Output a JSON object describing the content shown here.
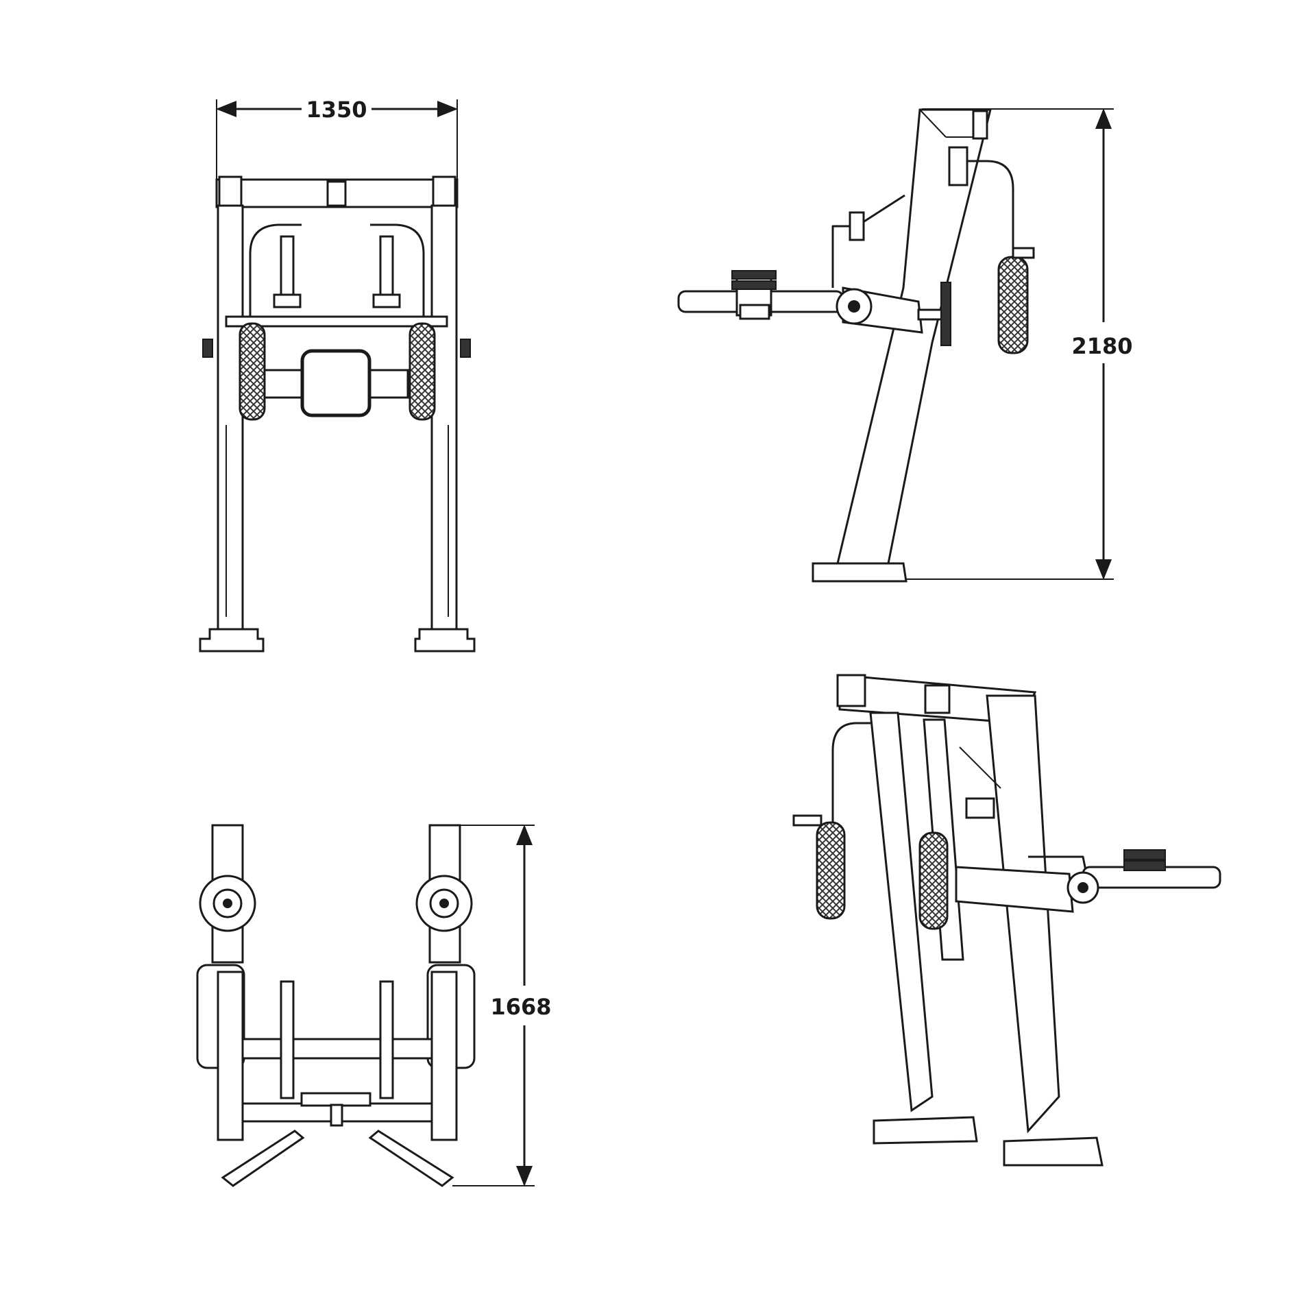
{
  "dimensions": {
    "front_width": "1350",
    "side_height": "2180",
    "top_depth": "1668"
  }
}
